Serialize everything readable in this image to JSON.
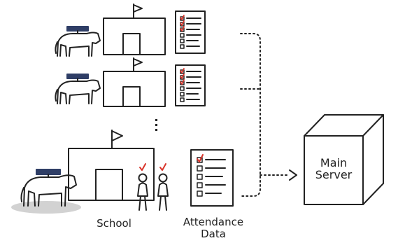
{
  "labels": {
    "school": "School",
    "attendance_line1": "Attendance",
    "attendance_line2": "Data",
    "server_line1": "Main",
    "server_line2": "Server"
  },
  "colors": {
    "stroke": "#222222",
    "check": "#d9352b",
    "solar_panel": "#2f3e66",
    "ground_shadow": "#d2d2d2"
  },
  "icons": [
    "cow-icon",
    "solar-panel-icon",
    "school-building-icon",
    "flag-icon",
    "checklist-icon",
    "student-icon",
    "checkmark-icon",
    "server-box-icon",
    "arrow-icon",
    "ellipsis-dots-icon"
  ]
}
